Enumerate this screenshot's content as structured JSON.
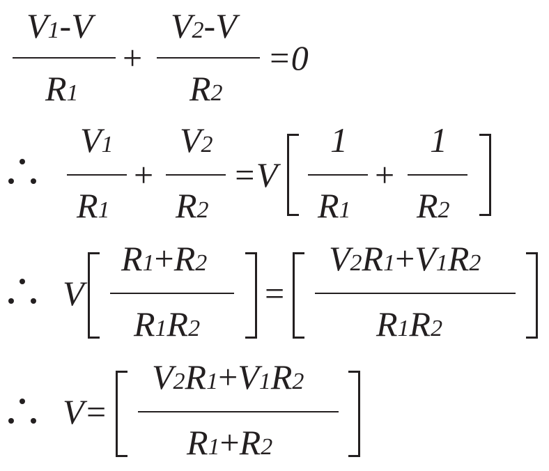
{
  "lines": [
    {
      "frac1": {
        "num": [
          "V",
          "1",
          "-V"
        ],
        "den": [
          "R",
          "1"
        ]
      },
      "plus": "+",
      "frac2": {
        "num": [
          "V",
          "2",
          "-V"
        ],
        "den": [
          "R",
          "2"
        ]
      },
      "rhs": "=0"
    },
    {
      "frac1": {
        "num": [
          "V",
          "1"
        ],
        "den": [
          "R",
          "1"
        ]
      },
      "plus": "+",
      "frac2": {
        "num": [
          "V",
          "2"
        ],
        "den": [
          "R",
          "2"
        ]
      },
      "eqV": "=V",
      "frac3": {
        "num": "1",
        "den": [
          "R",
          "1"
        ]
      },
      "plus2": "+",
      "frac4": {
        "num": "1",
        "den": [
          "R",
          "2"
        ]
      }
    },
    {
      "V": "V",
      "frac1": {
        "num": [
          "R",
          "1",
          "+",
          "R",
          "2"
        ],
        "den": [
          "R",
          "1",
          "R",
          "2"
        ]
      },
      "eq": "=",
      "frac2": {
        "num": [
          "V",
          "2",
          "R",
          "1",
          "+",
          "V",
          "1",
          "R",
          "2"
        ],
        "den": [
          "R",
          "1",
          "R",
          "2"
        ]
      }
    },
    {
      "V": "V",
      "eq": "=",
      "frac1": {
        "num": [
          "V",
          "2",
          "R",
          "1",
          "+",
          "V",
          "1",
          "R",
          "2"
        ],
        "den": [
          "R",
          "1",
          "+",
          "R",
          "2"
        ]
      }
    }
  ]
}
